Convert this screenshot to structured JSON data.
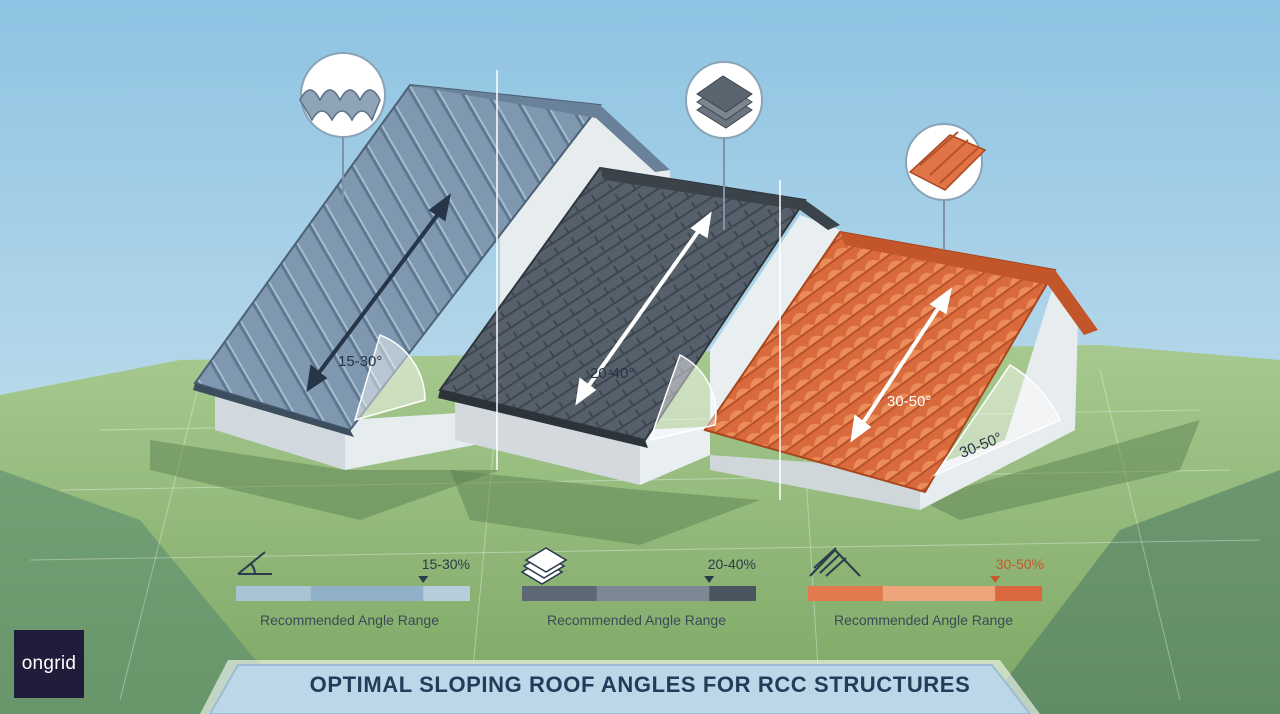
{
  "brand": {
    "name": "ongrid"
  },
  "banner": {
    "title": "OPTIMAL SLOPING ROOF ANGLES FOR RCC STRUCTURES"
  },
  "roofs": [
    {
      "slope_label": "15-30°",
      "range_label": "15-30%",
      "caption": "Recommended Angle Range",
      "range_fraction": [
        0.32,
        0.8
      ],
      "colors": [
        "#a9c4d4",
        "#8fb0c8",
        "#b8cdda"
      ]
    },
    {
      "slope_label": "20-40°",
      "range_label": "20-40%",
      "caption": "Recommended Angle Range",
      "range_fraction": [
        0.32,
        0.8
      ],
      "colors": [
        "#5d6874",
        "#7c8894",
        "#4a5560"
      ]
    },
    {
      "slope_label": "30-50°",
      "side_label": "30-50°",
      "range_label": "30-50%",
      "caption": "Recommended Angle Range",
      "range_fraction": [
        0.32,
        0.8
      ],
      "colors": [
        "#e27a4e",
        "#efa57c",
        "#d9683e"
      ]
    }
  ],
  "colors": {
    "sky_top": "#8ec3e3",
    "sky_bottom": "#d6e9ef",
    "grass": "#93b97a",
    "banner": "#b9d6e8",
    "accent_terracotta": "#d4642f"
  }
}
